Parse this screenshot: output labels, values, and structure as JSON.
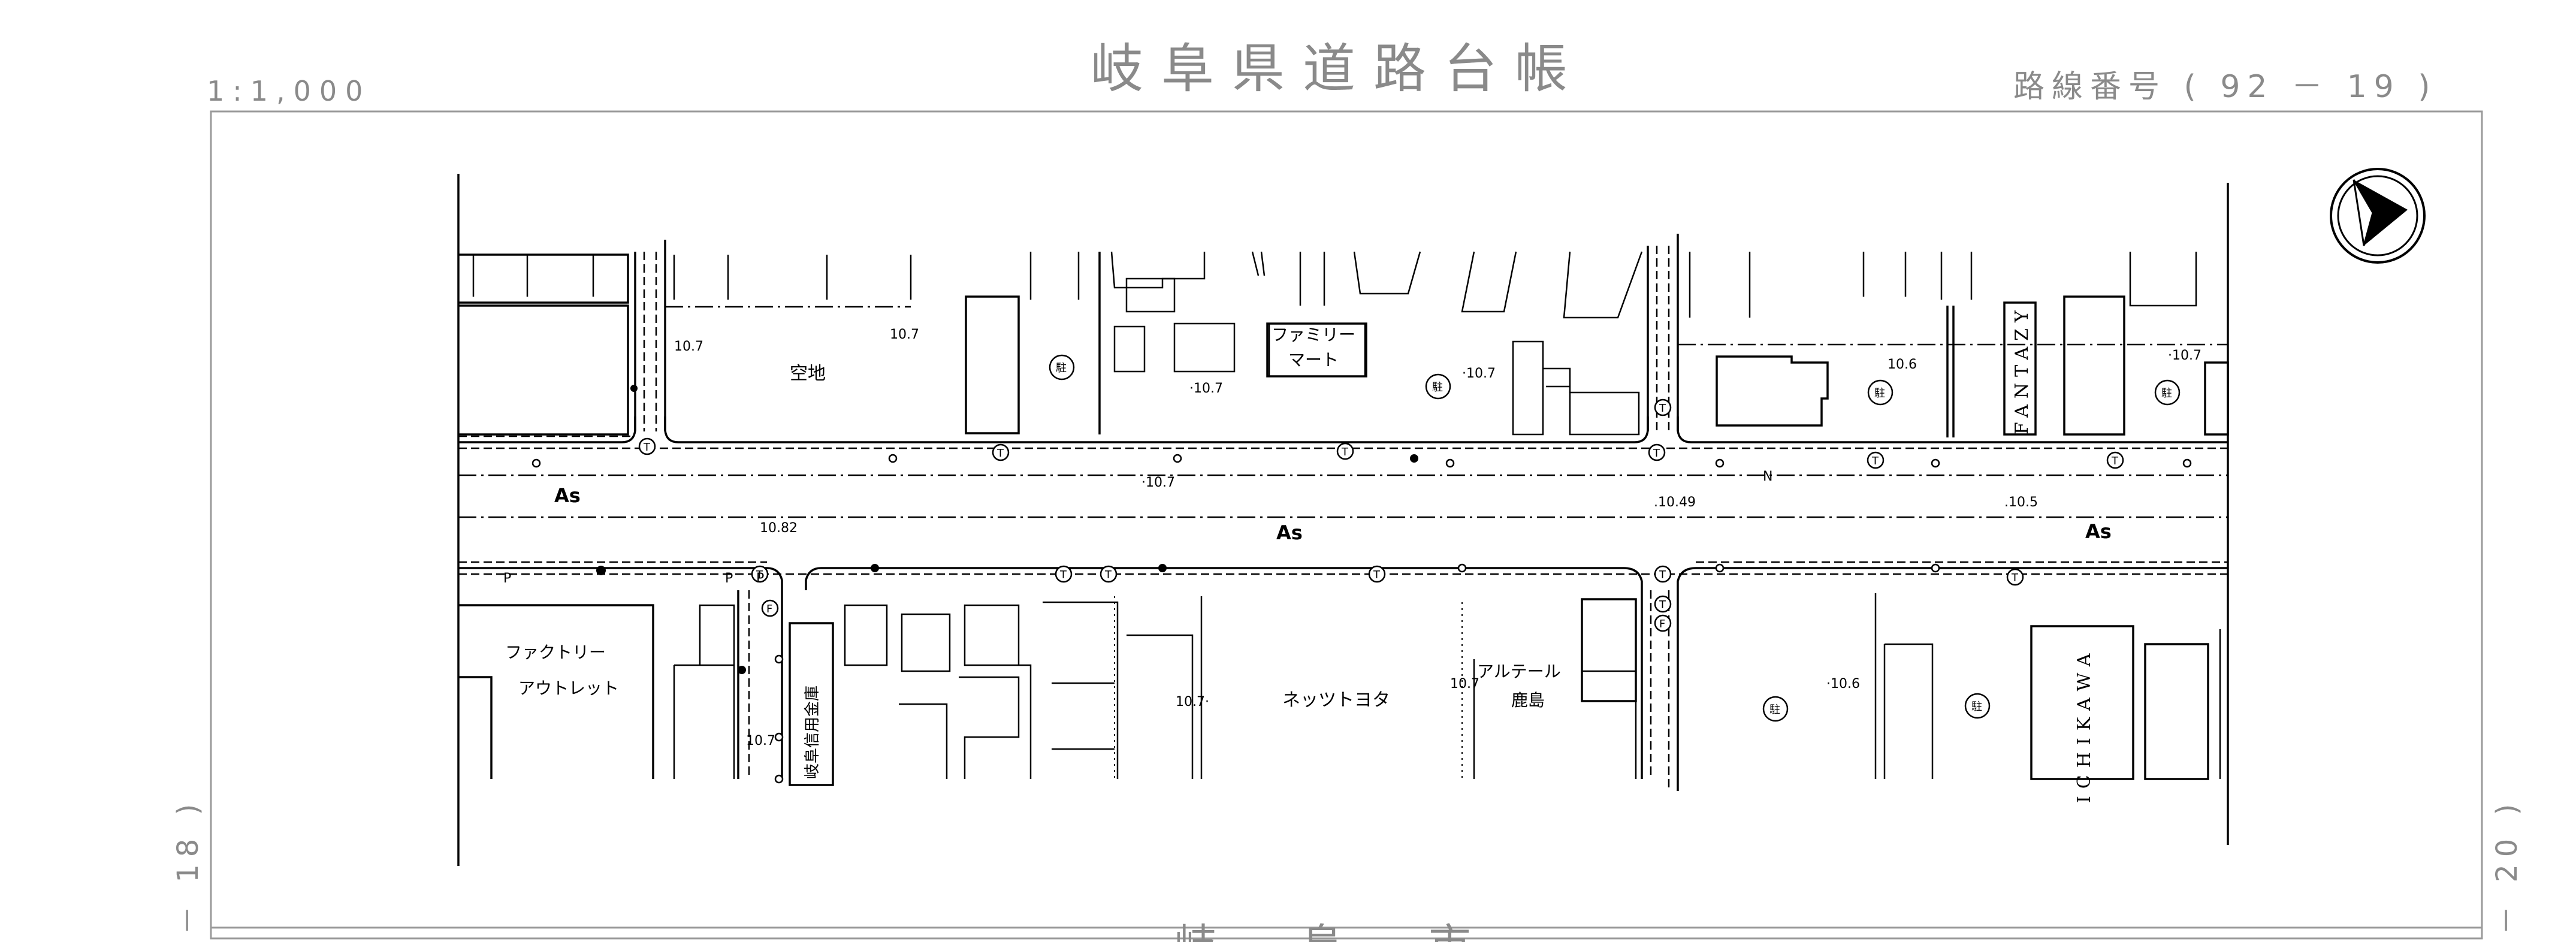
{
  "header": {
    "scale": "1:1,000",
    "title": "岐阜県道路台帳",
    "route_number": "路線番号 ( 92 － 19 )"
  },
  "side_marks": {
    "left": "－ 18 )",
    "right": "－ 20 )"
  },
  "bottom_partial": "岐 阜 市",
  "north_arrow": "north-arrow-icon",
  "places": {
    "vacant_lot": "空地",
    "family_mart_1": "ファミリー",
    "family_mart_2": "マート",
    "fantazy": "FANTAZY",
    "factory_outlet_1": "ファクトリー",
    "factory_outlet_2": "アウトレット",
    "gifu_shinkin": "岐阜信用金庫",
    "netz_toyota": "ネッツトヨタ",
    "altere_1": "アルテール",
    "altere_2": "鹿島",
    "ichikawa": "ICHIKAWA"
  },
  "surface": {
    "as_1": "As",
    "as_2": "As",
    "as_3": "As"
  },
  "elevations": {
    "e1": "10.7",
    "e2": "10.7",
    "e3": "·10.7",
    "e4": "·10.7",
    "e5": "10.6",
    "e6": "·10.7",
    "e7": "·10.7",
    "e8": "10.82",
    "e9": ".10.49",
    "e10": ".10.5",
    "e11": "10.7",
    "e12": "10.7·",
    "e13": "10.7",
    "e14": "·10.6"
  },
  "symbols": {
    "parking": "駐",
    "telephone": "T",
    "fire": "F",
    "p": "P",
    "n": "N"
  }
}
